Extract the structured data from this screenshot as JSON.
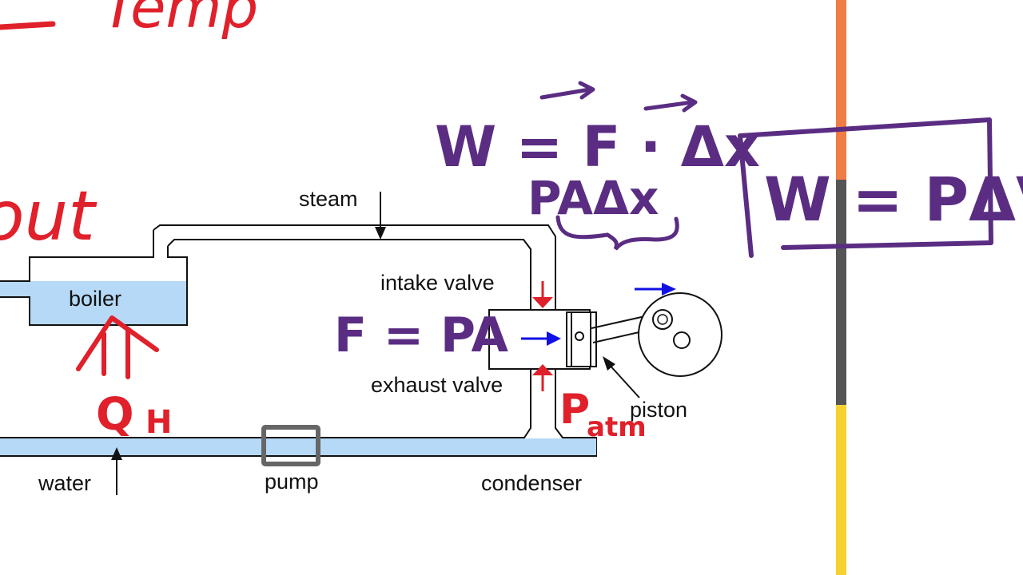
{
  "diagram": {
    "labels": {
      "steam": "steam",
      "boiler": "boiler",
      "intake_valve": "intake valve",
      "exhaust_valve": "exhaust valve",
      "piston": "piston",
      "water": "water",
      "pump": "pump",
      "condenser": "condenser"
    }
  },
  "annotations": {
    "top_fragment": "Temp",
    "left_fragment": "out",
    "heat_in": "Q",
    "heat_in_subscript": "H",
    "force_eq": "F = PA",
    "work_vec": "W = F · Δx",
    "work_expand": "PAΔx",
    "work_boxed": "W = PΔV",
    "pressure": "P",
    "pressure_subscript": "atm"
  },
  "colors": {
    "annotation_red": "#e0202a",
    "annotation_purple": "#5a2d83",
    "annotation_blue": "#1010e6",
    "fluid_blue": "#b5d9f7",
    "valve_red": "#e0202a",
    "bar_orange": "#f07d45",
    "bar_gray": "#555555",
    "bar_yellow": "#f6d230"
  }
}
